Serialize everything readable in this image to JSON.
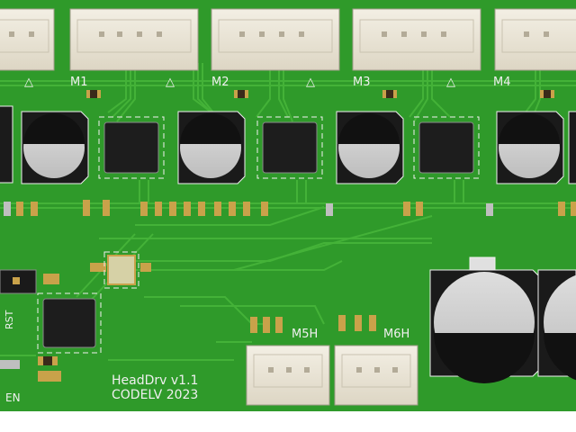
{
  "board": {
    "colors": {
      "solder_mask": "#2f9a2a",
      "trace": "#3fae33",
      "silkscreen": "#f0f0f0",
      "connector": "#e9e4d6",
      "ic": "#1d1d1d",
      "pad": "#c8c8c8",
      "gold": "#c9a24a"
    },
    "motor_labels": [
      "M1",
      "M2",
      "M3",
      "M4"
    ],
    "pin1_marker": "△",
    "header_labels": [
      "M5H",
      "M6H"
    ],
    "left_labels": [
      "EN"
    ],
    "rotated_labels": [
      "RST"
    ],
    "title_line1": "HeadDrv v1.1",
    "title_line2": "CODELV 2023",
    "icons": [
      "jst-connector-icon",
      "ic-qfn-icon",
      "electrolytic-capacitor-icon",
      "crystal-icon",
      "smd-component-icon"
    ]
  }
}
